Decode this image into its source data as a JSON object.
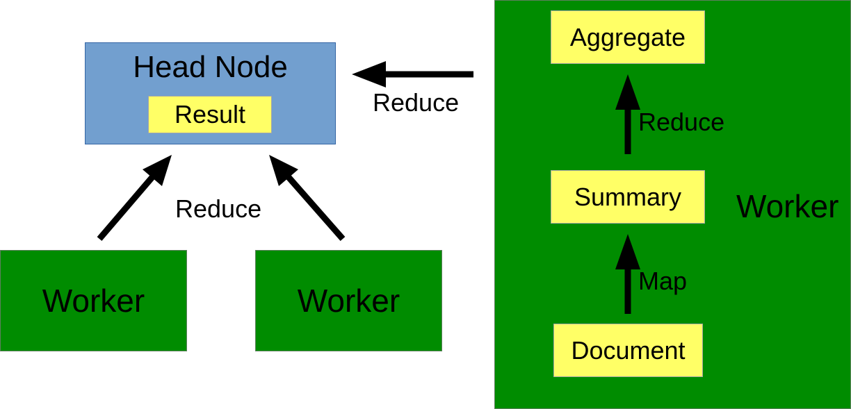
{
  "head_node": {
    "title": "Head Node",
    "result_label": "Result"
  },
  "workers": [
    {
      "label": "Worker"
    },
    {
      "label": "Worker"
    }
  ],
  "worker_detail": {
    "label": "Worker",
    "aggregate": "Aggregate",
    "summary": "Summary",
    "document": "Document"
  },
  "edge_labels": {
    "reduce_to_head_from_detail": "Reduce",
    "reduce_from_workers": "Reduce",
    "summary_to_aggregate": "Reduce",
    "document_to_summary": "Map"
  },
  "colors": {
    "head_node_fill": "#729fcf",
    "worker_fill": "#008c00",
    "item_fill": "#ffff66",
    "arrow": "#000000"
  }
}
